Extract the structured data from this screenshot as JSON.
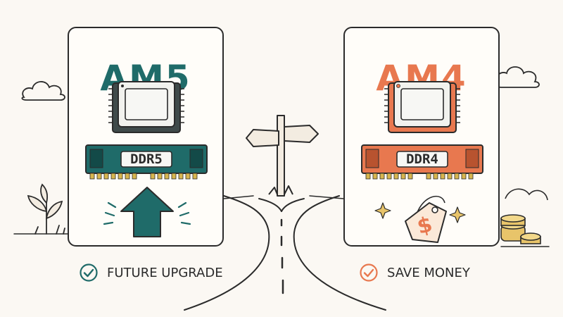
{
  "colors": {
    "am5_accent": "#1f6b69",
    "am4_accent": "#e8784f",
    "ink": "#2b2b2b",
    "background": "#fbf8f3"
  },
  "left_option": {
    "title": "AM5",
    "ram_label": "DDR5",
    "caption": "FUTURE UPGRADE",
    "icons": [
      "cpu-chip-icon",
      "ram-stick-icon",
      "up-arrow-icon",
      "check-circle-icon"
    ]
  },
  "right_option": {
    "title": "AM4",
    "ram_label": "DDR4",
    "caption": "SAVE MONEY",
    "icons": [
      "cpu-chip-icon",
      "ram-stick-icon",
      "price-tag-icon",
      "check-circle-icon"
    ]
  },
  "scene_icons": [
    "signpost-icon",
    "forked-road-icon",
    "cloud-icon",
    "plant-icon",
    "coin-stack-icon",
    "sparkle-icon"
  ]
}
